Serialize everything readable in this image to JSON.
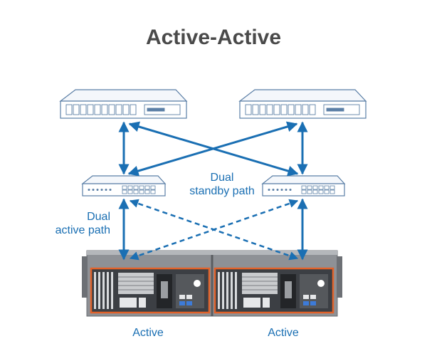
{
  "title": "Active-Active",
  "labels": {
    "dual_standby": [
      "Dual",
      "standby path"
    ],
    "dual_active": [
      "Dual",
      "active path"
    ],
    "controller_a": "Active",
    "controller_b": "Active"
  },
  "colors": {
    "path": "#1a6fb3",
    "device_line": "#5b7fa6",
    "controller_frame": "#e2622a",
    "chassis": "#7a7d82"
  },
  "icons": [
    "host-server-icon",
    "switch-icon",
    "storage-array-icon"
  ]
}
